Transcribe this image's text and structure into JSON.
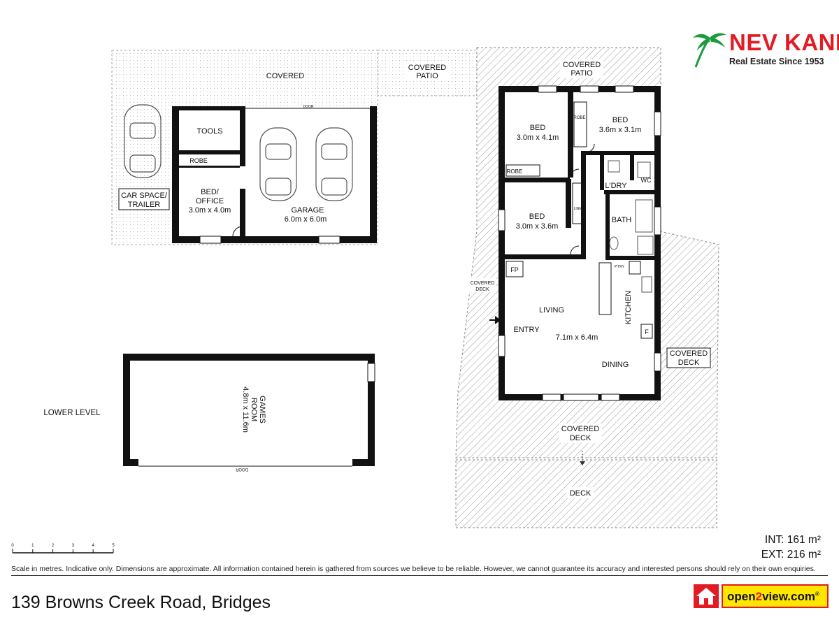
{
  "brand": {
    "name": "NEV KANE",
    "tagline": "Real Estate Since 1953",
    "brand_color": "#e31b23",
    "palm_color": "#1a9b3c"
  },
  "badge": {
    "text": "open2view.com",
    "text_parts": [
      "open",
      "2",
      "view.com"
    ],
    "trademark": "®",
    "colors": {
      "accent": "#e31b23",
      "background": "#ffe600"
    },
    "icon": "house-icon"
  },
  "areas": {
    "internal": "INT: 161 m²",
    "external": "EXT: 216 m²"
  },
  "address": "139 Browns Creek Road, Bridges",
  "disclaimer": "Scale in metres. Indicative only. Dimensions are approximate. All information contained herein is gathered from sources we believe to be reliable. However, we cannot guarantee its accuracy and interested persons should rely on their own enquiries.",
  "scale_bar": {
    "ticks": [
      "0",
      "1",
      "2",
      "3",
      "4",
      "5"
    ]
  },
  "lower_level_label": "LOWER LEVEL",
  "labels": {
    "covered_left": "COVERED",
    "covered_patio_left": [
      "COVERED",
      "PATIO"
    ],
    "covered_patio_right": [
      "COVERED",
      "PATIO"
    ],
    "car_space": [
      "CAR SPACE/",
      "TRAILER"
    ],
    "tools": "TOOLS",
    "robe_office": "ROBE",
    "bed_office": [
      "BED/",
      "OFFICE",
      "3.0m x 4.0m"
    ],
    "garage": [
      "GARAGE",
      "6.0m x 6.0m"
    ],
    "garage_door_top": "DOOR",
    "games_room": [
      "GAMES",
      "ROOM",
      "4.8m x 11.6m"
    ],
    "games_door": "DOOR",
    "bed1": [
      "BED",
      "3.0m x 4.1m"
    ],
    "bed2": [
      "BED",
      "3.6m x 3.1m"
    ],
    "bed3": [
      "BED",
      "3.0m x 3.6m"
    ],
    "robe_bed1": "ROBE",
    "robe_bed2": "ROBE",
    "linen": "LINEN",
    "laundry": "L'DRY",
    "wc": "WC",
    "bath": "BATH",
    "fp": "FP",
    "pantry": "P'TRY",
    "fridge": "F",
    "living": "LIVING",
    "entry": "ENTRY",
    "living_size": "7.1m x 6.4m",
    "dining": "DINING",
    "kitchen": "KITCHEN",
    "covered_deck_left": [
      "COVERED",
      "DECK"
    ],
    "covered_deck_right": [
      "COVERED",
      "DECK"
    ],
    "covered_deck_bottom": [
      "COVERED",
      "DECK"
    ],
    "deck": "DECK"
  }
}
